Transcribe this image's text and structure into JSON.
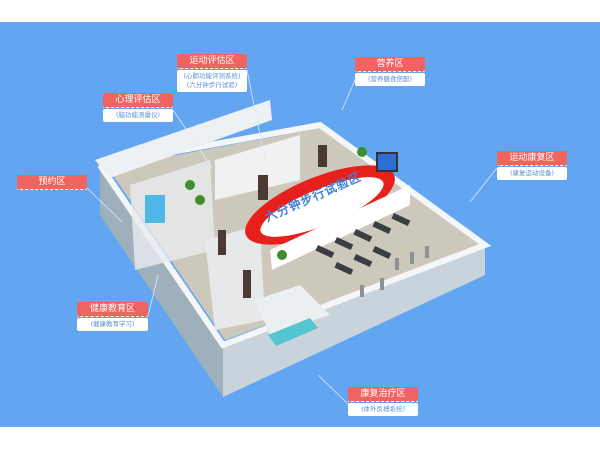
{
  "zones": [
    {
      "id": "exercise-assessment",
      "title": "运动评估区",
      "details": [
        "(心肺功能评测系统)",
        "(六分钟步行试验)"
      ]
    },
    {
      "id": "nutrition",
      "title": "营养区",
      "details": [
        "(营养膳食搭配)"
      ]
    },
    {
      "id": "psych-assessment",
      "title": "心理评估区",
      "details": [
        "(脑功能测量仪)"
      ]
    },
    {
      "id": "appointment",
      "title": "预约区",
      "details": []
    },
    {
      "id": "exercise-rehab",
      "title": "运动康复区",
      "details": [
        "(康复运动设备)"
      ]
    },
    {
      "id": "health-education",
      "title": "健康教育区",
      "details": [
        "(健康教育学习)"
      ]
    },
    {
      "id": "rehab-therapy",
      "title": "康复治疗区",
      "details": [
        "(体外反搏系统)"
      ]
    }
  ],
  "track_label": "六分钟步行试验区",
  "colors": {
    "background": "#62a6f2",
    "tag": "#ef6461",
    "track": "#e8201c",
    "floor": "#cdc8bc"
  }
}
